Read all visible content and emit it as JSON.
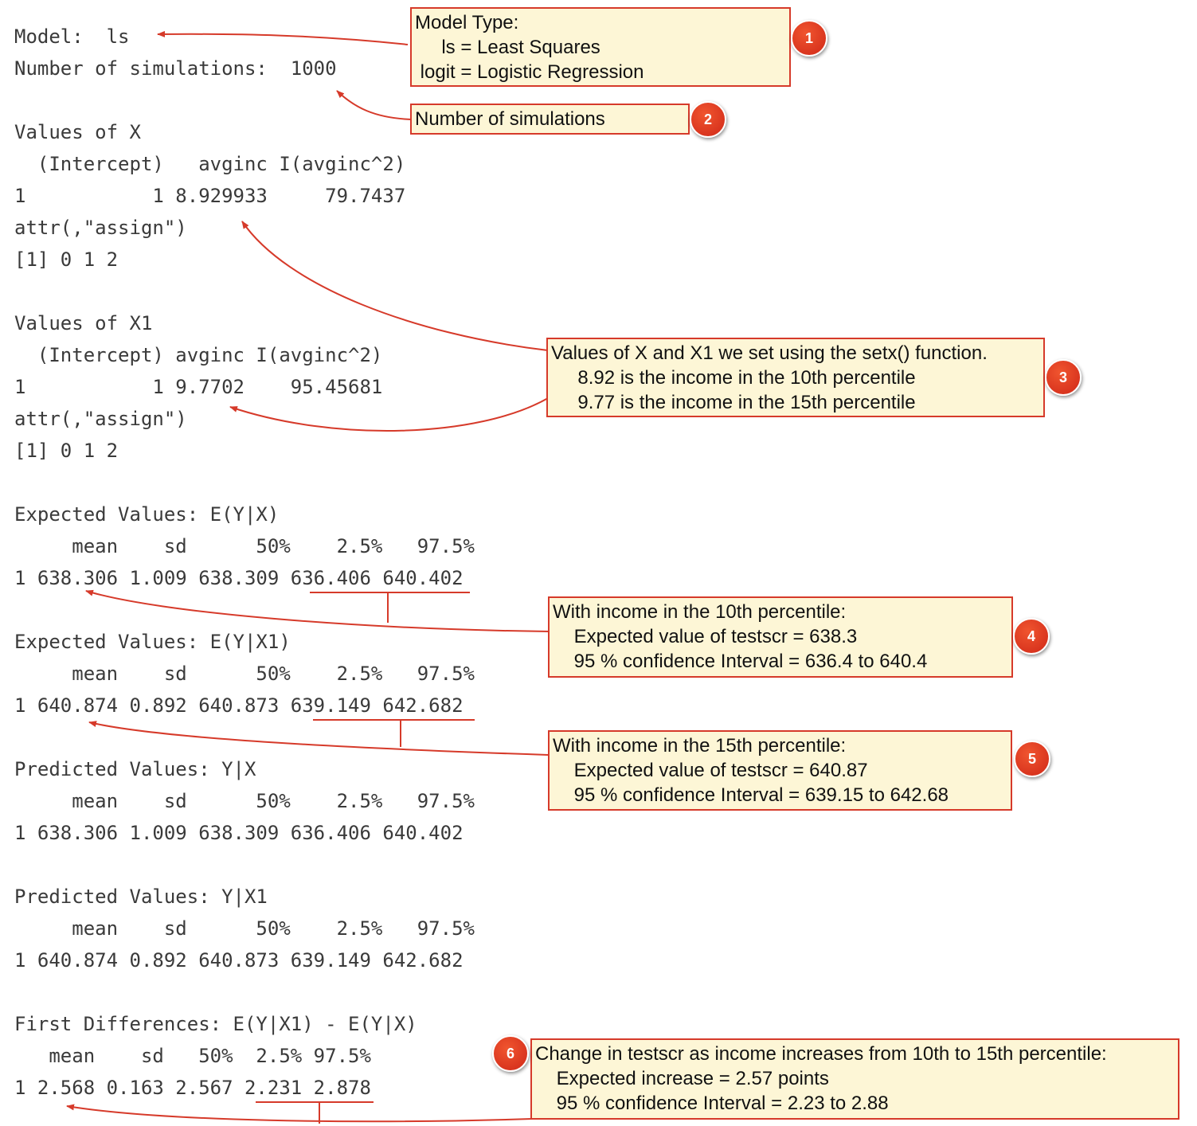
{
  "console": {
    "model": "Model:  ls",
    "nsims": "Number of simulations:  1000",
    "x_title": "Values of X",
    "x_header": "  (Intercept)   avginc I(avginc^2)",
    "x_row": "1           1 8.929933     79.7437",
    "x_attr": "attr(,\"assign\")",
    "x_assign": "[1] 0 1 2",
    "x1_title": "Values of X1",
    "x1_header": "  (Intercept) avginc I(avginc^2)",
    "x1_row": "1           1 9.7702    95.45681",
    "x1_attr": "attr(,\"assign\")",
    "x1_assign": "[1] 0 1 2",
    "ev_x_title": "Expected Values: E(Y|X)",
    "ev_x_header": "     mean    sd      50%    2.5%   97.5%",
    "ev_x_row": "1 638.306 1.009 638.309 636.406 640.402",
    "ev_x1_title": "Expected Values: E(Y|X1)",
    "ev_x1_header": "     mean    sd      50%    2.5%   97.5%",
    "ev_x1_row": "1 640.874 0.892 640.873 639.149 642.682",
    "pv_x_title": "Predicted Values: Y|X",
    "pv_x_header": "     mean    sd      50%    2.5%   97.5%",
    "pv_x_row": "1 638.306 1.009 638.309 636.406 640.402",
    "pv_x1_title": "Predicted Values: Y|X1",
    "pv_x1_header": "     mean    sd      50%    2.5%   97.5%",
    "pv_x1_row": "1 640.874 0.892 640.873 639.149 642.682",
    "fd_title": "First Differences: E(Y|X1) - E(Y|X)",
    "fd_header": "   mean    sd   50%  2.5% 97.5%",
    "fd_row": "1 2.568 0.163 2.567 2.231 2.878"
  },
  "annotations": {
    "n1": {
      "badge": "1",
      "l1": "Model Type:",
      "l2": "     ls = Least Squares",
      "l3": " logit = Logistic Regression"
    },
    "n2": {
      "badge": "2",
      "l1": "Number of simulations"
    },
    "n3": {
      "badge": "3",
      "l1": "Values of X and X1 we set using the setx() function.",
      "l2": "     8.92 is the income in the 10th percentile",
      "l3": "     9.77 is the income in the 15th percentile"
    },
    "n4": {
      "badge": "4",
      "l1": "With income in the 10th percentile:",
      "l2": "    Expected value of testscr = 638.3",
      "l3": "    95 % confidence Interval = 636.4 to 640.4"
    },
    "n5": {
      "badge": "5",
      "l1": "With income in the 15th percentile:",
      "l2": "    Expected value of testscr = 640.87",
      "l3": "    95 % confidence Interval = 639.15 to 642.68"
    },
    "n6": {
      "badge": "6",
      "l1": "Change in testscr as income increases from 10th to 15th percentile:",
      "l2": "    Expected increase = 2.57 points",
      "l3": "    95 % confidence Interval = 2.23 to 2.88"
    }
  },
  "colors": {
    "accent": "#d63a2a",
    "note_bg": "#fdf6d6",
    "console_text": "#3a3a3a"
  }
}
